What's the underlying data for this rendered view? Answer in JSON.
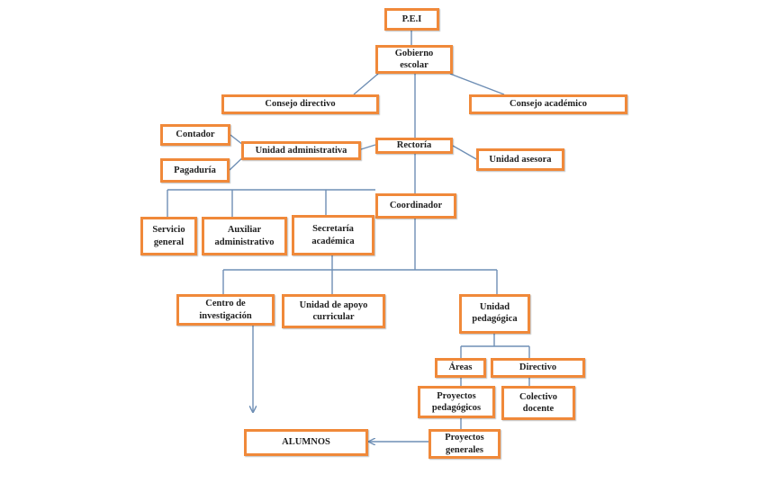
{
  "nodes": {
    "pei": "P.E.I",
    "gobierno": "Gobierno escolar",
    "consejo_directivo": "Consejo directivo",
    "consejo_academico": "Consejo académico",
    "contador": "Contador",
    "pagaduria": "Pagaduría",
    "unidad_administrativa": "Unidad administrativa",
    "rectoria": "Rectoría",
    "unidad_asesora": "Unidad asesora",
    "coordinador": "Coordinador",
    "servicio_general": "Servicio general",
    "auxiliar_administrativo": "Auxiliar administrativo",
    "secretaria_academica": "Secretaría académica",
    "centro_investigacion": "Centro de investigación",
    "unidad_apoyo_curricular": "Unidad de apoyo curricular",
    "unidad_pedagogica": "Unidad pedagógica",
    "areas": "Áreas",
    "directivo": "Directivo",
    "proyectos_pedagogicos": "Proyectos pedagógicos",
    "colectivo_docente": "Colectivo docente",
    "proyectos_generales": "Proyectos generales",
    "alumnos": "ALUMNOS"
  },
  "colors": {
    "box_border": "#f0893a",
    "connector": "#6f8fb5"
  }
}
